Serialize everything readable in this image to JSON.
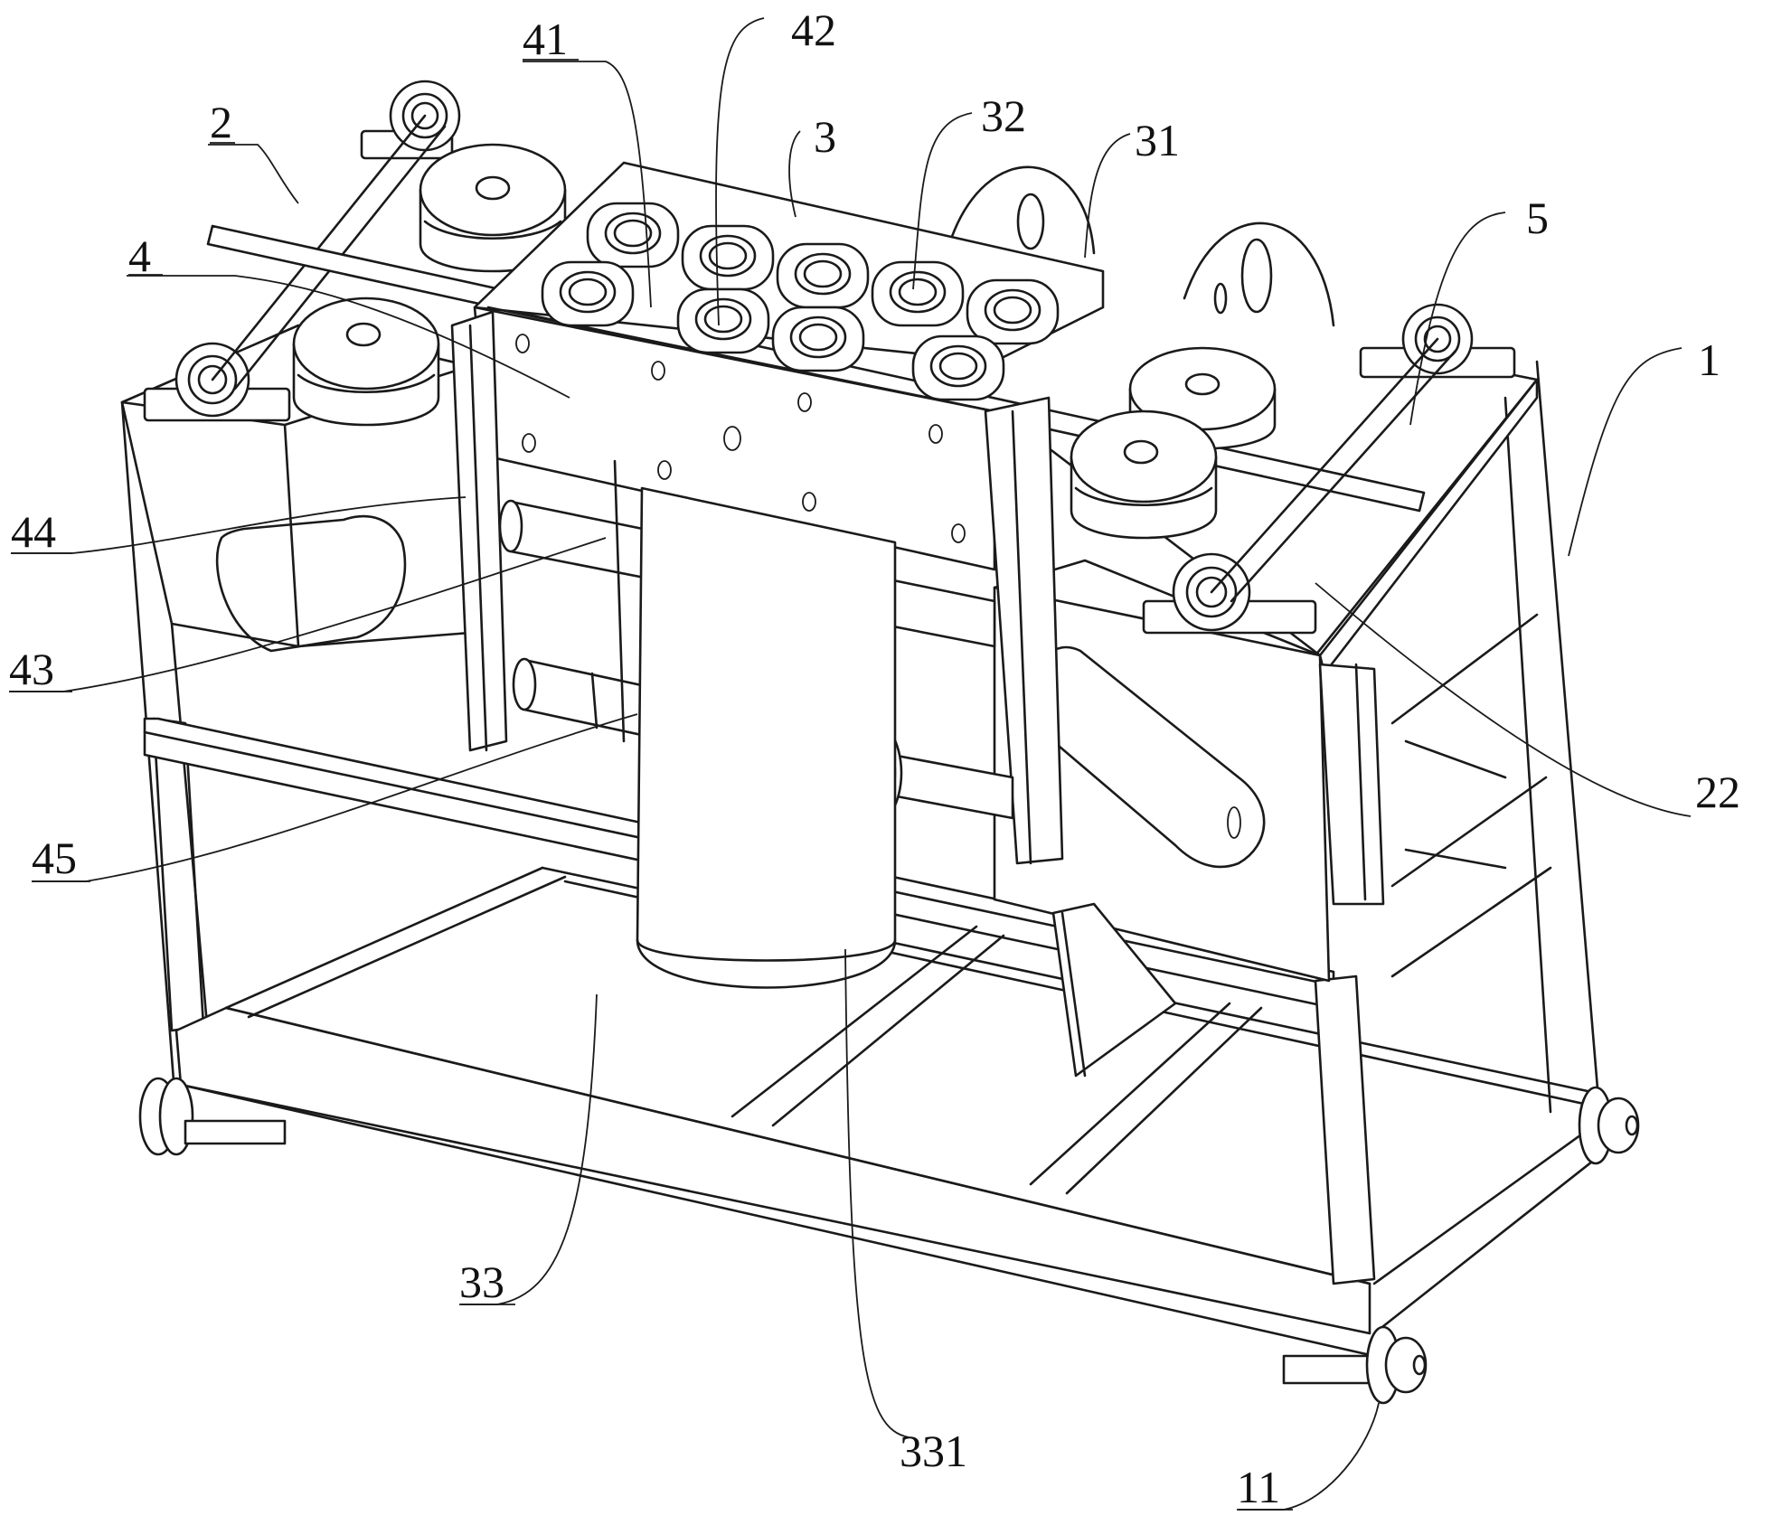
{
  "figure": {
    "type": "patent-isometric-line-drawing",
    "line_color": "#1a1a1a",
    "background": "#ffffff"
  },
  "labels": [
    {
      "id": "1",
      "text": "1",
      "underlined": false
    },
    {
      "id": "2",
      "text": "2",
      "underlined": true
    },
    {
      "id": "3",
      "text": "3",
      "underlined": false
    },
    {
      "id": "4",
      "text": "4",
      "underlined": true
    },
    {
      "id": "5",
      "text": "5",
      "underlined": false
    },
    {
      "id": "11",
      "text": "11",
      "underlined": true
    },
    {
      "id": "22",
      "text": "22",
      "underlined": false
    },
    {
      "id": "31",
      "text": "31",
      "underlined": false
    },
    {
      "id": "32",
      "text": "32",
      "underlined": false
    },
    {
      "id": "33",
      "text": "33",
      "underlined": true
    },
    {
      "id": "41",
      "text": "41",
      "underlined": true
    },
    {
      "id": "42",
      "text": "42",
      "underlined": false
    },
    {
      "id": "43",
      "text": "43",
      "underlined": true
    },
    {
      "id": "44",
      "text": "44",
      "underlined": true
    },
    {
      "id": "45",
      "text": "45",
      "underlined": true
    },
    {
      "id": "331",
      "text": "331",
      "underlined": false
    }
  ]
}
